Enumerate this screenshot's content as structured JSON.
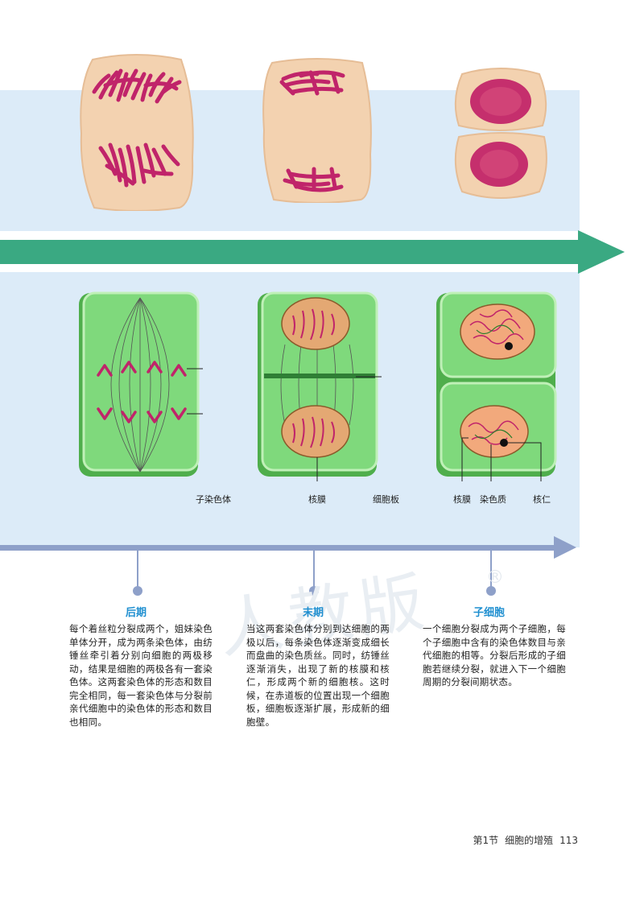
{
  "stages": [
    {
      "title": "后期",
      "text": "每个着丝粒分裂成两个，姐妹染色单体分开，成为两条染色体，由纺锤丝牵引着分别向细胞的两极移动，结果是细胞的两极各有一套染色体。这两套染色体的形态和数目完全相同，每一套染色体与分裂前亲代细胞中的染色体的形态和数目也相同。",
      "labels": [
        "子染色体"
      ]
    },
    {
      "title": "末期",
      "text": "当这两套染色体分别到达细胞的两极以后，每条染色体逐渐变成细长而盘曲的染色质丝。同时，纺锤丝逐渐消失，出现了新的核膜和核仁，形成两个新的细胞核。这时候，在赤道板的位置出现一个细胞板，细胞板逐渐扩展，形成新的细胞壁。",
      "labels": [
        "核膜",
        "细胞板"
      ]
    },
    {
      "title": "子细胞",
      "text": "一个细胞分裂成为两个子细胞，每个子细胞中含有的染色体数目与亲代细胞的相等。分裂后形成的子细胞若继续分裂，就进入下一个细胞周期的分裂间期状态。",
      "labels": [
        "核膜",
        "染色质",
        "核仁"
      ]
    }
  ],
  "watermark": "人教版",
  "registered_mark": "®",
  "footer": {
    "section": "第1节",
    "title": "细胞的增殖",
    "page": "113"
  },
  "colors": {
    "band": "#dcebf8",
    "green_arrow": "#3aa982",
    "timeline": "#8ea0c9",
    "title_blue": "#1f8fd0",
    "cell_green": "#7fd97c",
    "chromosome": "#c0246a",
    "photo_cell": "#f3d2b0"
  }
}
